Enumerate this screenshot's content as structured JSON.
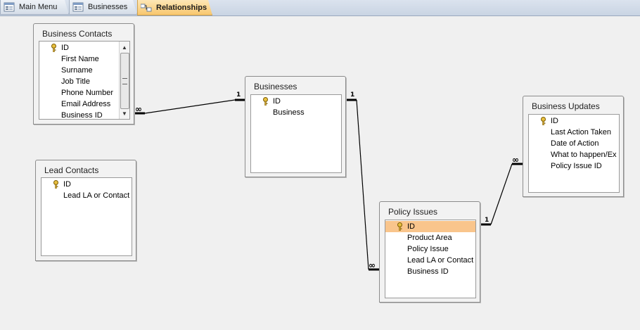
{
  "tabs": [
    {
      "label": "Main Menu",
      "icon": "form-icon"
    },
    {
      "label": "Businesses",
      "icon": "form-icon"
    },
    {
      "label": "Relationships",
      "icon": "relationships-icon"
    }
  ],
  "tables": {
    "business_contacts": {
      "title": "Business Contacts",
      "fields": [
        "ID",
        "First Name",
        "Surname",
        "Job Title",
        "Phone Number",
        "Email Address",
        "Business ID"
      ]
    },
    "lead_contacts": {
      "title": "Lead Contacts",
      "fields": [
        "ID",
        "Lead LA or Contact"
      ]
    },
    "businesses": {
      "title": "Businesses",
      "fields": [
        "ID",
        "Business"
      ]
    },
    "policy_issues": {
      "title": "Policy Issues",
      "fields": [
        "ID",
        "Product Area",
        "Policy Issue",
        "Lead LA or Contact",
        "Business ID"
      ]
    },
    "business_updates": {
      "title": "Business Updates",
      "fields": [
        "ID",
        "Last Action Taken",
        "Date of Action",
        "What to happen/Ex",
        "Policy Issue ID"
      ]
    }
  },
  "relationship_labels": {
    "one": "1",
    "many": "∞"
  },
  "colors": {
    "selected_field": "#f9c58c",
    "active_tab": "#f8c76e",
    "canvas": "#f0f0f0"
  }
}
